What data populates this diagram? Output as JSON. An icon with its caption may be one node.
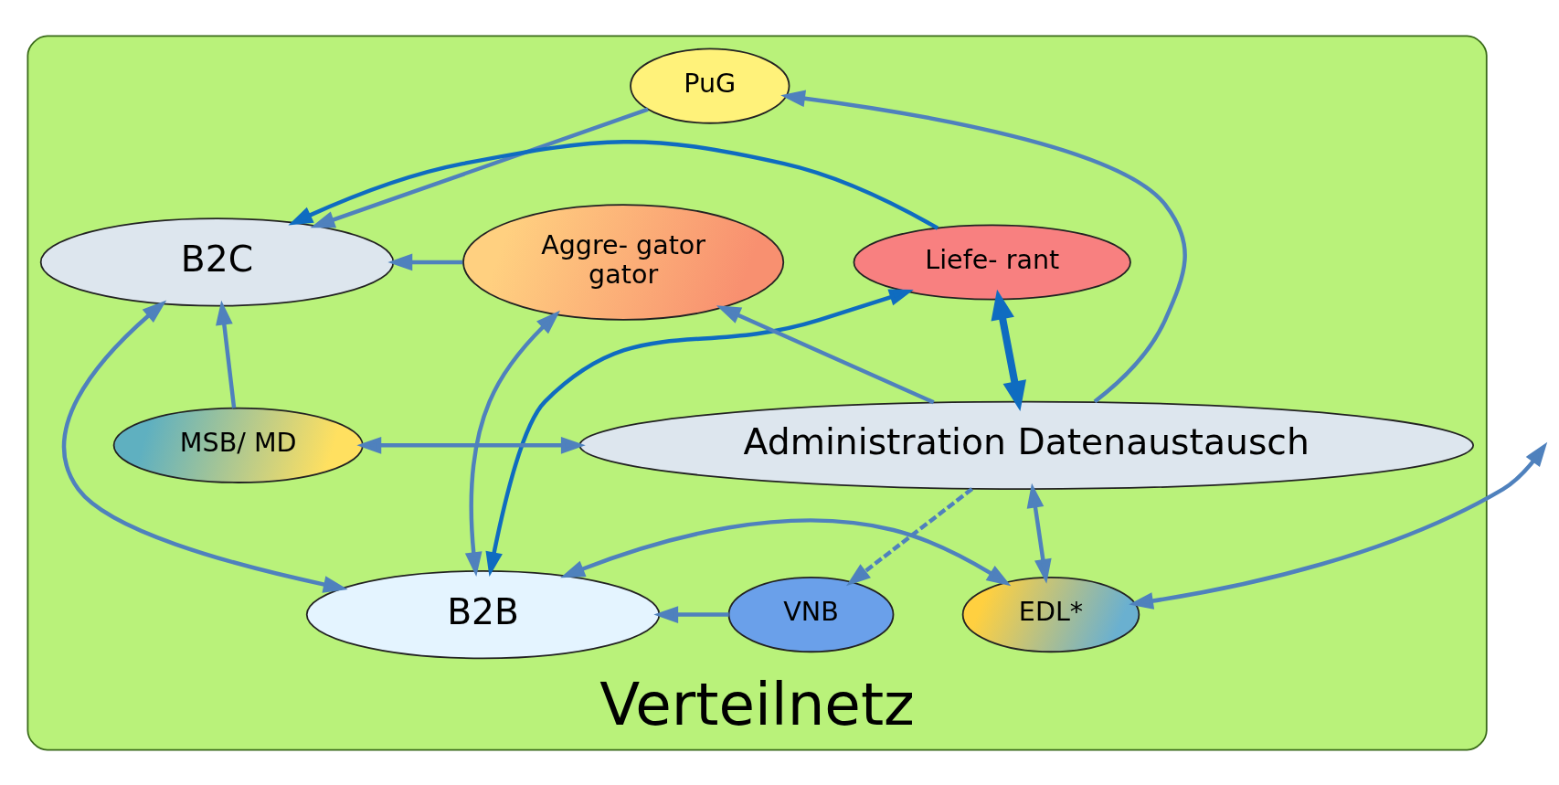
{
  "diagram": {
    "nodes": [
      {
        "text": [
          "Verteilnetz"
        ]
      },
      {
        "text": [
          "PuG"
        ],
        "in": 0
      },
      {
        "text": [
          "Liefe- rant"
        ],
        "in": 0
      },
      {
        "text": [
          "Aggre- gator",
          "gator"
        ],
        "in": 0
      },
      {
        "text": [
          "B2C"
        ],
        "in": 0
      },
      {
        "text": [
          "Administration Datenaustausch"
        ],
        "in": 0
      },
      {
        "text": [
          "MSB/ MD"
        ],
        "in": 0
      },
      {
        "text": [
          "B2B"
        ],
        "in": 0
      },
      {
        "text": [
          "EDL*"
        ],
        "in": 0
      },
      {
        "text": [
          "VNB"
        ],
        "in": 0
      }
    ],
    "edges": [
      {
        "from": 5,
        "to": 1,
        "arrow": "to"
      },
      {
        "from": 1,
        "to": 4,
        "arrow": "to"
      },
      {
        "from": 3,
        "to": 4,
        "arrow": "to"
      },
      {
        "from": 5,
        "to": 3,
        "arrow": "to"
      },
      {
        "from": 3,
        "to": 7,
        "arrow": "both"
      },
      {
        "from": 5,
        "to": 9,
        "arrow": "to",
        "style": "dashed"
      },
      {
        "from": 9,
        "to": 7,
        "arrow": "to"
      },
      {
        "from": 2,
        "to": 4,
        "arrow": "to",
        "color": "#0f6cc0"
      },
      {
        "from": 2,
        "to": 5,
        "arrow": "both",
        "style": "thick",
        "color": "#0f6cc0"
      },
      {
        "from": 2,
        "to": 7,
        "arrow": "both",
        "color": "#0f6cc0"
      },
      {
        "from": 6,
        "to": 4,
        "arrow": "to"
      },
      {
        "from": 5,
        "to": 6,
        "arrow": "both"
      },
      {
        "from": 5,
        "to": 8,
        "arrow": "both"
      },
      {
        "from": 7,
        "to": 8,
        "arrow": "both"
      },
      {
        "from": null,
        "to": 8,
        "arrow": "both"
      },
      {
        "from": 4,
        "to": 7,
        "arrow": "both"
      }
    ]
  }
}
